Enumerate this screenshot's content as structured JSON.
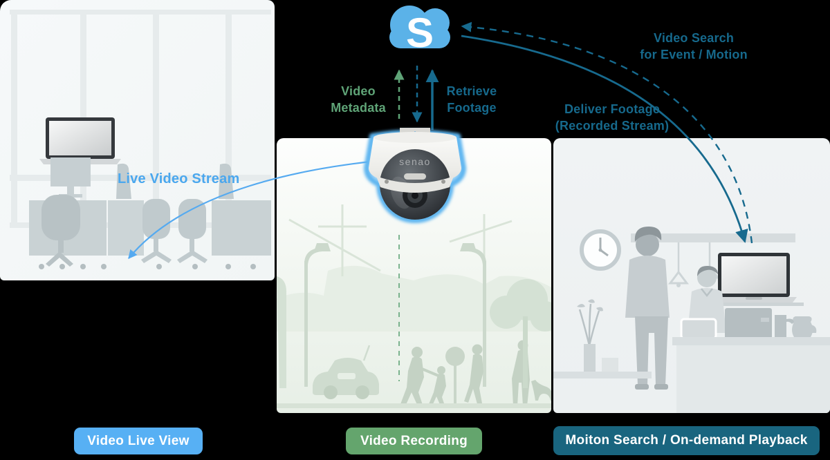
{
  "diagram": {
    "cloud": {
      "letter": "S",
      "name": "cloud-storage"
    },
    "camera": {
      "brand": "senao"
    },
    "labels": {
      "video_metadata": "Video\nMetadata",
      "retrieve_footage": "Retrieve\nFootage",
      "video_search": "Video Search\nfor Event / Motion",
      "deliver_footage": "Deliver Footage\n(Recorded Stream)",
      "live_video_stream": "Live Video Stream"
    },
    "arrows": [
      {
        "name": "video-metadata-up",
        "style": "dashed",
        "color": "#5fa477",
        "direction": "camera-to-cloud"
      },
      {
        "name": "retrieve-request-down",
        "style": "dashed",
        "color": "#1a6b8e",
        "direction": "cloud-to-camera"
      },
      {
        "name": "retrieve-footage-up",
        "style": "solid",
        "color": "#1a6b8e",
        "direction": "camera-to-cloud"
      },
      {
        "name": "camera-recording-line",
        "style": "dashed",
        "color": "#5fa477",
        "direction": "camera-to-scene"
      },
      {
        "name": "live-video-stream",
        "style": "solid",
        "color": "#55aaf0",
        "direction": "camera-to-laptop-left"
      },
      {
        "name": "video-search-request",
        "style": "dashed",
        "color": "#1a6b8e",
        "direction": "laptop-right-to-cloud"
      },
      {
        "name": "deliver-footage",
        "style": "solid",
        "color": "#1a6b8e",
        "direction": "cloud-to-laptop-right"
      }
    ],
    "panels": [
      {
        "name": "office-live-view",
        "caption": "Video Live View",
        "caption_color": "#57b0f4"
      },
      {
        "name": "street-recording",
        "caption": "Video Recording",
        "caption_color": "#64a56d"
      },
      {
        "name": "cafe-playback",
        "caption": "Moiton Search / On-demand Playback",
        "caption_color": "#19657f"
      }
    ],
    "colors": {
      "background": "#000000",
      "cloud_blue": "#5bb2e8",
      "accent_green": "#5fa477",
      "accent_teal": "#16698c",
      "accent_light_blue": "#55aaf0"
    }
  }
}
